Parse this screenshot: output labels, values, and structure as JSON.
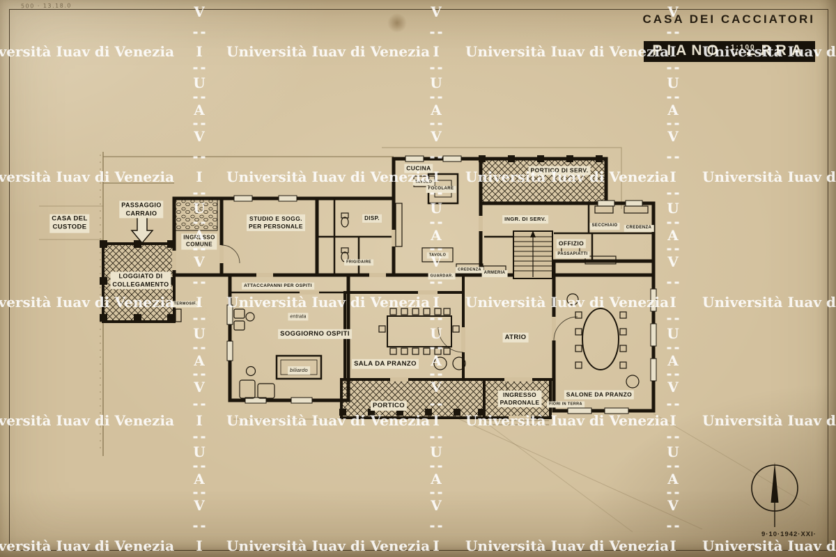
{
  "sheet": {
    "pencil_note": "500 · 13.18.0",
    "title_line1": "CASA DEI CACCIATORI",
    "title_line2": "PIANO TERRA",
    "scale_label": "1:100",
    "date_note": "9·10·1942·XXI·"
  },
  "watermark": {
    "text": "Università Iuav di Venezia",
    "top_letter": "V",
    "vertical_letters": [
      "I",
      "U",
      "A",
      "V"
    ]
  },
  "plan_labels": {
    "casa_del_custode": "CASA DEL\nCUSTODE",
    "passaggio_carraio": "PASSAGGIO\nCARRAIO",
    "ingresso_comune": "INGRESSO\nCOMUNE",
    "loggiato_di_collegamento": "LOGGIATO DI\nCOLLEGAMENTO",
    "studio_personale": "STUDIO E SOGG.\nPER PERSONALE",
    "cucina": "CUCINA",
    "disp": "DISP.",
    "portico_di_serv": "PORTICO DI SERV.",
    "ingr_di_serv": "INGR. DI SERV.",
    "offizio": "OFFIZIO",
    "secchiaio": "SECCHIAIO",
    "credenza_nord": "CREDENZA",
    "passapiatti": "PASSAPIATTI",
    "soggiorno_ospiti": "SOGGIORNO OSPITI",
    "sala_da_pranzo": "SALA DA PRANZO",
    "atrio": "ATRIO",
    "portico": "PORTICO",
    "ingresso_padronale": "INGRESSO\nPADRONALE",
    "salone_da_pranzo": "SALONE DA PRANZO",
    "attaccapanni": "ATTACCAPANNI PER OSPITI",
    "biliardo": "biliardo",
    "entrata": "entrata",
    "focolare": "FOCOLARE",
    "tavolo_cucina": "TAVOLO",
    "tavolo_dispensa": "TAVOLO",
    "armeria": "ARMERIA",
    "credenza_atrio": "CREDENZA",
    "guardaroba": "GUARDAR.",
    "frigidaire": "FRIGIDAIRE",
    "fiori_in_terra": "FIORI IN TERRA",
    "termosifone": "TERMOSIF.",
    "colors": null
  },
  "colors": {
    "ink": "#1b150b",
    "paper": "#d3c19e",
    "label_bg": "#ece4cd",
    "watermark": "#ffffff"
  }
}
